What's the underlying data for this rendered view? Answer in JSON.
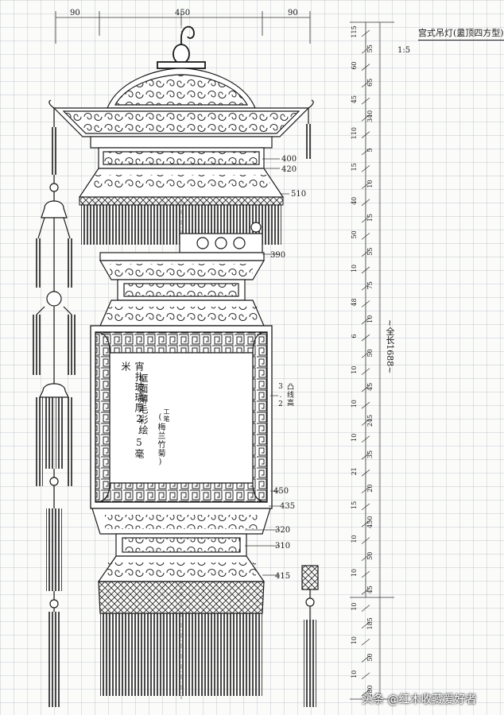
{
  "title": "宫式吊灯(盝顶四方型)",
  "scale": "1:5",
  "total_length": "~全长1688~",
  "top_dims": [
    "90",
    "450",
    "90"
  ],
  "width_labels": [
    "400",
    "420",
    "510",
    "390",
    "450",
    "435",
    "320",
    "310",
    "415"
  ],
  "vertical_dims": [
    "115",
    "55",
    "60",
    "65",
    "45",
    "340",
    "110",
    "5",
    "15",
    "10",
    "40",
    "15",
    "50",
    "55",
    "10",
    "75",
    "48",
    "10",
    "6",
    "50",
    "10",
    "45",
    "10",
    "245",
    "10",
    "35",
    "21",
    "20",
    "15",
    "450",
    "10",
    "50",
    "10",
    "45",
    "10",
    "185",
    "10",
    "50",
    "10",
    "280"
  ],
  "notes": {
    "left": "宵扎玻璃厚2.5毫米",
    "middle": "框面薄毛彩绘",
    "middle2": "(梅兰竹菊)",
    "tiny": "工笔"
  },
  "side_note": "凸线高3.2",
  "watermark": "头条 @红木收藏爱好者",
  "colors": {
    "ink": "#1a1a1a",
    "grid": "#9aa0af",
    "paper": "#fbfbfa"
  }
}
